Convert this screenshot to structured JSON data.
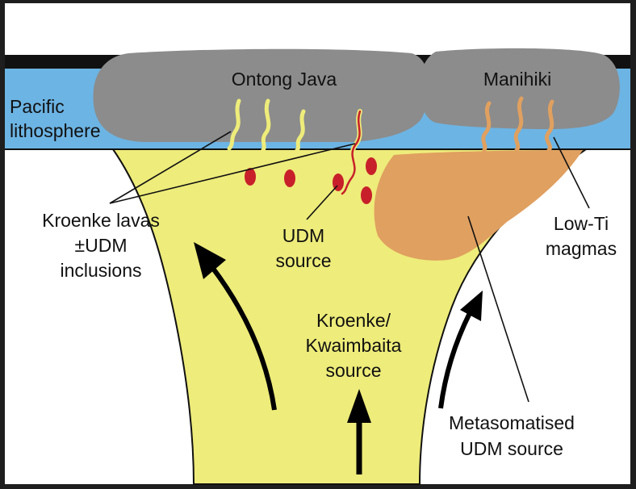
{
  "diagram": {
    "labels": {
      "ontong_java": "Ontong Java",
      "manihiki": "Manihiki",
      "pacific_lithosphere": [
        "Pacific",
        "lithosphere"
      ],
      "kroenke_lavas": [
        "Kroenke lavas",
        "±UDM",
        "inclusions"
      ],
      "udm_source": [
        "UDM",
        "source"
      ],
      "low_ti_magmas": [
        "Low-Ti",
        "magmas"
      ],
      "kroenke_kwaimbaita_source": [
        "Kroenke/",
        "Kwaimbaita",
        "source"
      ],
      "metasomatised_udm_source": [
        "Metasomatised",
        "UDM source"
      ]
    },
    "colors": {
      "frame": "#1e1e1e",
      "background": "#ffffff",
      "crust_black": "#111111",
      "lithosphere_blue": "#6cb4e4",
      "plateau_gray": "#8c8c8c",
      "plume_yellow": "#eeec7a",
      "metasomatised_orange": "#e0a060",
      "udm_red": "#c8202a",
      "text": "#111111"
    }
  }
}
